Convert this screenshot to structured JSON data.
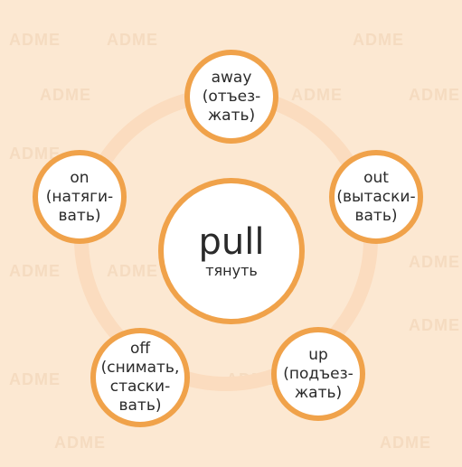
{
  "watermark_text": "ADME",
  "center": {
    "word": "pull",
    "translation": "тянуть"
  },
  "satellites": [
    {
      "id": "away",
      "lines": [
        "away",
        "(отъез-",
        "жать)"
      ]
    },
    {
      "id": "out",
      "lines": [
        "out",
        "(вытаски-",
        "вать)"
      ]
    },
    {
      "id": "up",
      "lines": [
        "up",
        "(подъез-",
        "жать)"
      ]
    },
    {
      "id": "off",
      "lines": [
        "off",
        "(снимать,",
        "стаски-",
        "вать)"
      ]
    },
    {
      "id": "on",
      "lines": [
        "on",
        "(натяги-",
        "вать)"
      ]
    }
  ],
  "colors": {
    "background": "#fce8d2",
    "ring": "#fbdcbf",
    "circle_border": "#f0a24a",
    "circle_fill": "#ffffff",
    "text": "#2a2a2a"
  }
}
